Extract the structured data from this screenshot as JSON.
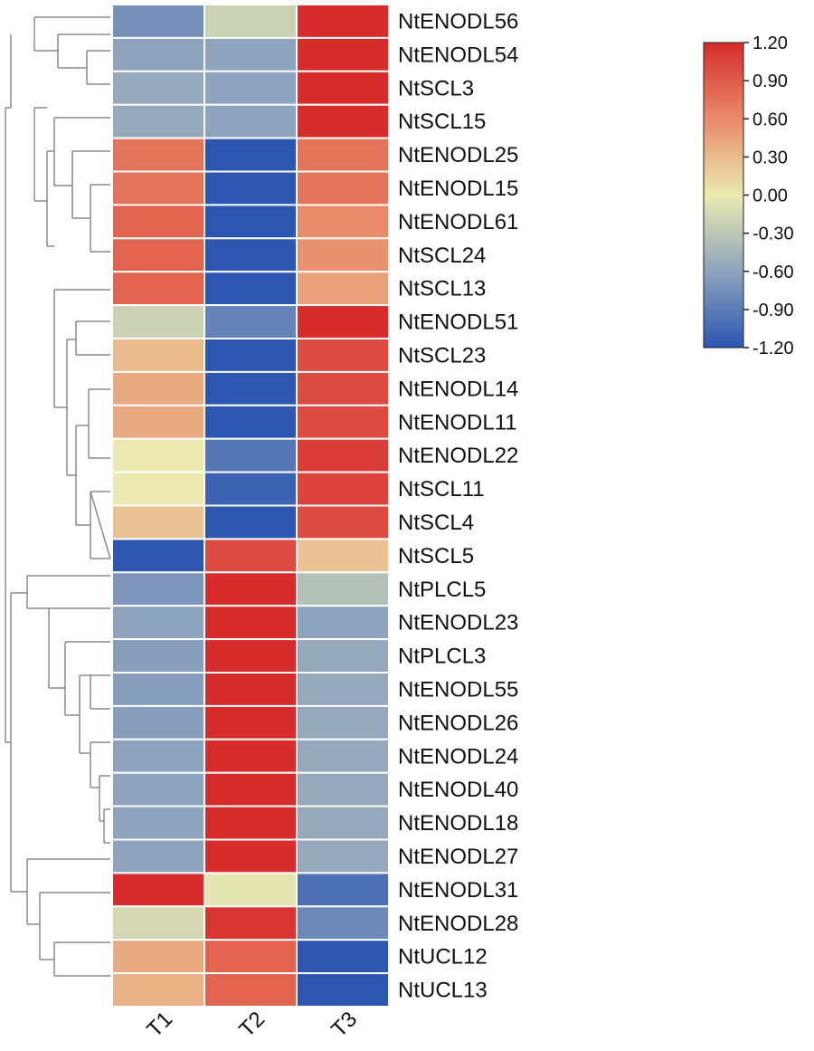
{
  "chart_data": {
    "type": "heatmap",
    "title": "",
    "xlabel": "",
    "ylabel": "",
    "columns": [
      "T1",
      "T2",
      "T3"
    ],
    "rows": [
      {
        "name": "NtENODL56",
        "values": [
          -0.75,
          -0.2,
          1.2
        ]
      },
      {
        "name": "NtENODL54",
        "values": [
          -0.6,
          -0.6,
          1.2
        ]
      },
      {
        "name": "NtSCL3",
        "values": [
          -0.55,
          -0.6,
          1.2
        ]
      },
      {
        "name": "NtSCL15",
        "values": [
          -0.55,
          -0.6,
          1.2
        ]
      },
      {
        "name": "NtENODL25",
        "values": [
          0.75,
          -1.2,
          0.75
        ]
      },
      {
        "name": "NtENODL15",
        "values": [
          0.75,
          -1.2,
          0.75
        ]
      },
      {
        "name": "NtENODL61",
        "values": [
          0.85,
          -1.2,
          0.6
        ]
      },
      {
        "name": "NtSCL24",
        "values": [
          0.85,
          -1.2,
          0.55
        ]
      },
      {
        "name": "NtSCL13",
        "values": [
          0.85,
          -1.2,
          0.45
        ]
      },
      {
        "name": "NtENODL51",
        "values": [
          -0.2,
          -0.85,
          1.2
        ]
      },
      {
        "name": "NtSCL23",
        "values": [
          0.3,
          -1.2,
          1.0
        ]
      },
      {
        "name": "NtENODL14",
        "values": [
          0.4,
          -1.2,
          1.0
        ]
      },
      {
        "name": "NtENODL11",
        "values": [
          0.4,
          -1.2,
          1.0
        ]
      },
      {
        "name": "NtENODL22",
        "values": [
          0.0,
          -0.95,
          1.1
        ]
      },
      {
        "name": "NtSCL11",
        "values": [
          0.0,
          -1.1,
          1.05
        ]
      },
      {
        "name": "NtSCL4",
        "values": [
          0.25,
          -1.2,
          1.0
        ]
      },
      {
        "name": "NtSCL5",
        "values": [
          -1.2,
          1.0,
          0.25
        ]
      },
      {
        "name": "NtPLCL5",
        "values": [
          -0.7,
          1.2,
          -0.35
        ]
      },
      {
        "name": "NtENODL23",
        "values": [
          -0.6,
          1.2,
          -0.6
        ]
      },
      {
        "name": "NtPLCL3",
        "values": [
          -0.65,
          1.2,
          -0.55
        ]
      },
      {
        "name": "NtENODL55",
        "values": [
          -0.65,
          1.2,
          -0.55
        ]
      },
      {
        "name": "NtENODL26",
        "values": [
          -0.65,
          1.2,
          -0.55
        ]
      },
      {
        "name": "NtENODL24",
        "values": [
          -0.6,
          1.2,
          -0.55
        ]
      },
      {
        "name": "NtENODL40",
        "values": [
          -0.6,
          1.2,
          -0.55
        ]
      },
      {
        "name": "NtENODL18",
        "values": [
          -0.6,
          1.2,
          -0.55
        ]
      },
      {
        "name": "NtENODL27",
        "values": [
          -0.6,
          1.2,
          -0.55
        ]
      },
      {
        "name": "NtENODL31",
        "values": [
          1.2,
          -0.05,
          -1.0
        ]
      },
      {
        "name": "NtENODL28",
        "values": [
          -0.15,
          1.15,
          -0.8
        ]
      },
      {
        "name": "NtUCL12",
        "values": [
          0.4,
          0.85,
          -1.2
        ]
      },
      {
        "name": "NtUCL13",
        "values": [
          0.35,
          0.85,
          -1.2
        ]
      }
    ],
    "colorbar": {
      "min": -1.2,
      "max": 1.2,
      "ticks": [
        "1.20",
        "0.90",
        "0.60",
        "0.30",
        "0.00",
        "-0.30",
        "-0.60",
        "-0.90",
        "-1.20"
      ],
      "colors": {
        "low": "#2c56b0",
        "mid": "#eaeab0",
        "high": "#d62c2c"
      }
    },
    "dendrogram": "rows",
    "legend_position": "top-right"
  }
}
